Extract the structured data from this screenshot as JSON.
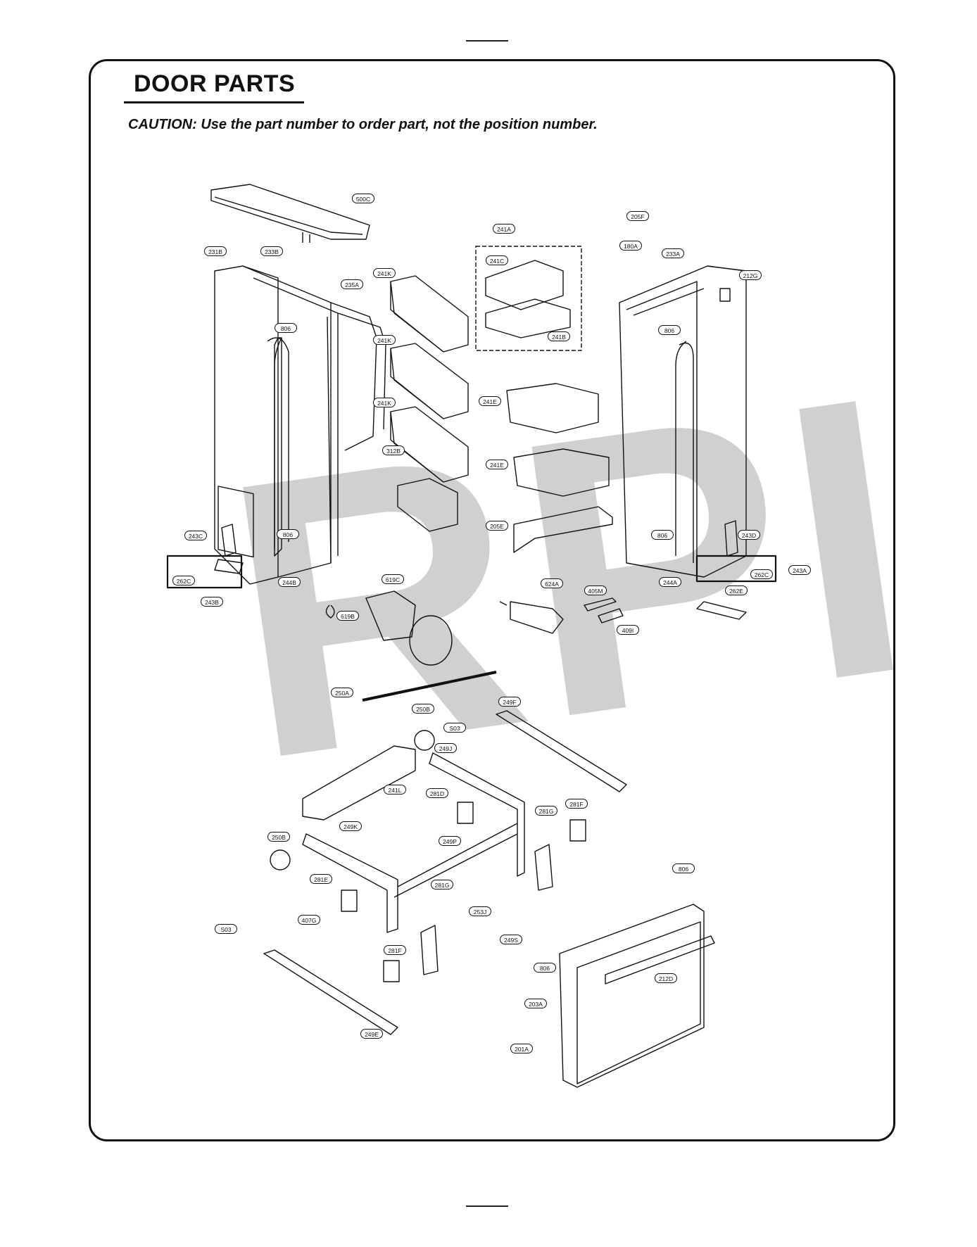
{
  "title": "DOOR PARTS",
  "caution": "CAUTION: Use the part number to order part, not the position number.",
  "watermark": "RPI",
  "labels": {
    "l500C": "500C",
    "l205F": "205F",
    "l241A": "241A",
    "l180A": "180A",
    "l231B": "231B",
    "l233B": "233B",
    "l233A": "233A",
    "l212G": "212G",
    "l241C": "241C",
    "l241K_1": "241K",
    "l235A": "235A",
    "l806_1": "806",
    "l241B": "241B",
    "l806_2": "806",
    "l241K_2": "241K",
    "l241E_1": "241E",
    "l241K_3": "241K",
    "l241E_2": "241E",
    "l312B": "312B",
    "l205E": "205E",
    "l243C": "243C",
    "l806_3": "806",
    "l806_4": "806",
    "l243D": "243D",
    "l262C_1": "262C",
    "l262C_2": "262C",
    "l243A": "243A",
    "l244B": "244B",
    "l244A": "244A",
    "l243B": "243B",
    "l619C": "619C",
    "l624A": "624A",
    "l405M": "405M",
    "l262E": "262E",
    "l619B": "619B",
    "l409I": "409I",
    "l250A": "250A",
    "l250B_1": "250B",
    "l249F": "249F",
    "l S03_1": "S03",
    "l249J": "249J",
    "l241L": "241L",
    "l281D": "281D",
    "l281F_1": "281F",
    "l281G_1": "281G",
    "l250B_2": "250B",
    "l249K": "249K",
    "l249P": "249P",
    "l806_5": "806",
    "l281E": "281E",
    "l281G_2": "281G",
    "l253J": "253J",
    "l S03_2": "S03",
    "l407G": "407G",
    "l249S": "249S",
    "l281F_2": "281F",
    "l806_6": "806",
    "l212D": "212D",
    "l203A": "203A",
    "l249E": "249E",
    "l201A": "201A"
  },
  "colors": {
    "line": "#111111",
    "watermark": "#969696"
  }
}
